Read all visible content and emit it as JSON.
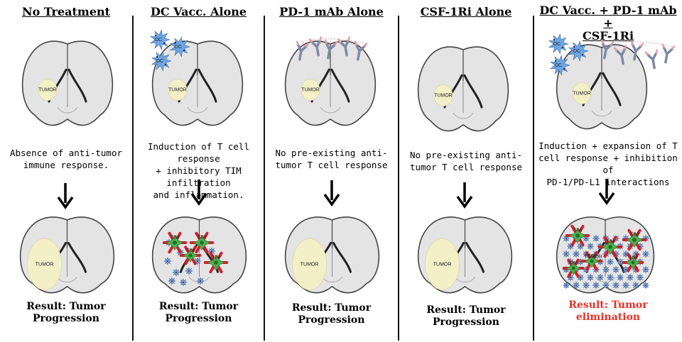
{
  "colors": {
    "brain_fill": "#e4e4e4",
    "brain_stroke": "#444444",
    "tumor_fill": "#f3f0c8",
    "dc_cell": "#6ea6e3",
    "antibody": "#7e8aa6",
    "tim_cell": "#4caf50",
    "tim_spike": "#d0202a",
    "t_cell": "#8fa3d6",
    "result_good": "#e53227"
  },
  "tumor_label": "TUMOR",
  "tim_label": "TIM",
  "dc_label": "DC",
  "panels": [
    {
      "title": "No Treatment",
      "description": "Absence of anti-tumor\nimmune response.",
      "result": "Result:  Tumor\nProgression",
      "result_positive": false
    },
    {
      "title": "DC Vacc. Alone",
      "description": "Induction of T cell response\n+ inhibitory TIM infiltration\nand inflammation.",
      "result": "Result:  Tumor\nProgression",
      "result_positive": false
    },
    {
      "title": "PD-1 mAb Alone",
      "description": "No pre-existing anti-\ntumor T cell response",
      "result": "Result:  Tumor\nProgression",
      "result_positive": false
    },
    {
      "title": "CSF-1Ri Alone",
      "description": "No pre-existing anti-\ntumor T cell response",
      "result": "Result:  Tumor\nProgression",
      "result_positive": false
    },
    {
      "title": "DC Vacc.  + PD-1 mAb +\nCSF-1Ri",
      "description": "Induction + expansion of T\ncell response + inhibition of\nPD-1/PD-L1 interactions",
      "result": "Result:  Tumor\nelimination",
      "result_positive": true
    }
  ]
}
